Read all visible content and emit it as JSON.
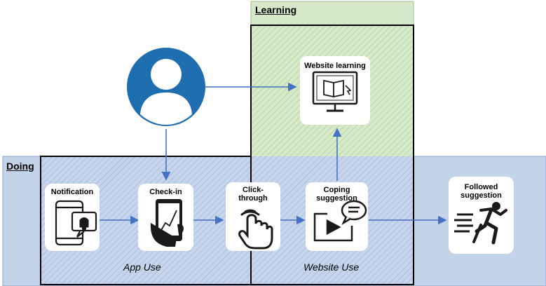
{
  "regions": {
    "learning_label": "Learning",
    "doing_label": "Doing",
    "app_use_label": "App Use",
    "website_use_label": "Website Use"
  },
  "nodes": {
    "website_learning": "Website learning",
    "notification": "Notification",
    "check_in": "Check-in",
    "click_through": "Click-\nthrough",
    "coping_suggestion": "Coping\nsuggestion",
    "followed_suggestion": "Followed\nsuggestion"
  },
  "colors": {
    "learning_fill": "#d5e8c9",
    "doing_fill": "#c3d3ea",
    "arrow": "#4472c4",
    "user_icon": "#1f6fb0"
  }
}
